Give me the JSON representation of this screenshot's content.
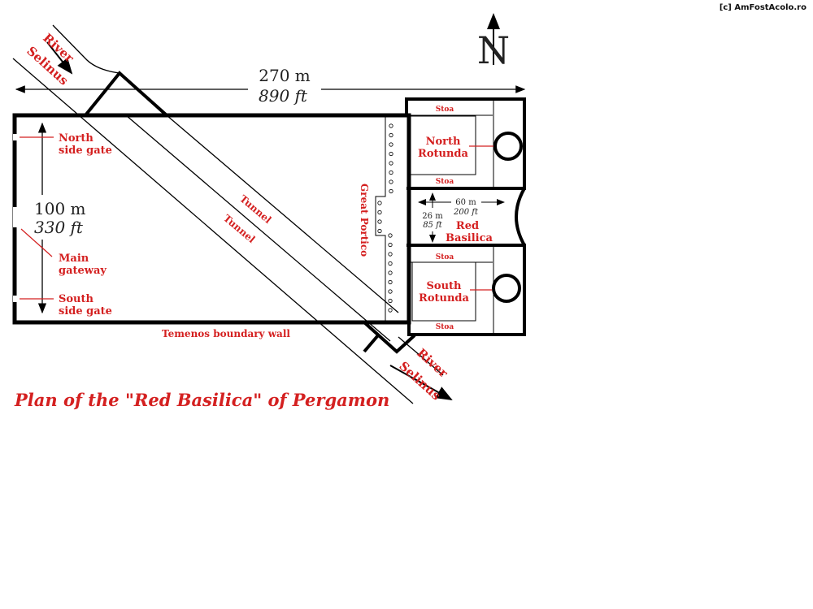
{
  "watermark": "[c] AmFostAcolo.ro",
  "title": "Plan of the \"Red Basilica\" of Pergamon",
  "north_label": "N",
  "dimensions": {
    "length_m": "270 m",
    "length_ft": "890 ft",
    "width_m": "100 m",
    "width_ft": "330 ft",
    "basilica_len_m": "60 m",
    "basilica_len_ft": "200 ft",
    "basilica_w_m": "26 m",
    "basilica_w_ft": "85 ft"
  },
  "labels": {
    "river_top_1": "River",
    "river_top_2": "Selinus",
    "river_bottom_1": "River",
    "river_bottom_2": "Selinus",
    "north_gate_1": "North",
    "north_gate_2": "side gate",
    "main_gate_1": "Main",
    "main_gate_2": "gateway",
    "south_gate_1": "South",
    "south_gate_2": "side gate",
    "tunnel_1": "Tunnel",
    "tunnel_2": "Tunnel",
    "great_portico": "Great Portico",
    "temenos": "Temenos boundary wall",
    "stoa": [
      "Stoa",
      "Stoa",
      "Stoa",
      "Stoa"
    ],
    "north_rotunda_1": "North",
    "north_rotunda_2": "Rotunda",
    "south_rotunda_1": "South",
    "south_rotunda_2": "Rotunda",
    "red_basilica_1": "Red",
    "red_basilica_2": "Basilica"
  },
  "colors": {
    "label": "#d42020",
    "lines": "#000000"
  }
}
